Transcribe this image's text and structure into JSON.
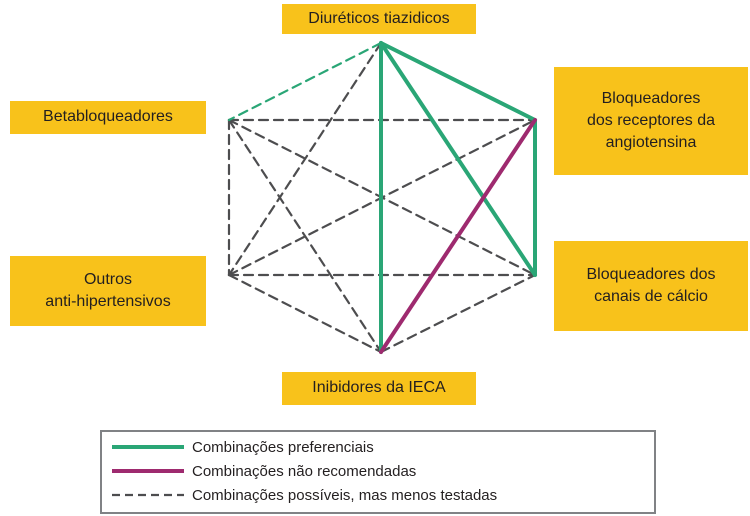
{
  "nodes": {
    "thiazide": "Diuréticos tiazidicos",
    "beta": "Betabloqueadores",
    "arb": "Bloqueadores\ndos receptores da\nangiotensina",
    "others": "Outros\nanti-hipertensivos",
    "ccb": "Bloqueadores dos\ncanais de cálcio",
    "acei": "Inibidores da IECA"
  },
  "legend": {
    "preferred": "Combinações preferenciais",
    "not_recommended": "Combinações não recomendadas",
    "possible": "Combinações possíveis, mas menos testadas"
  },
  "colors": {
    "box": "#f8c21b",
    "preferred": "#2aa676",
    "not_recommended": "#9e2a6f",
    "possible": "#4d4d4f"
  },
  "edges": [
    {
      "from": "thiazide",
      "to": "beta",
      "type": "preferred-dashed"
    },
    {
      "from": "thiazide",
      "to": "arb",
      "type": "preferred"
    },
    {
      "from": "thiazide",
      "to": "ccb",
      "type": "preferred"
    },
    {
      "from": "thiazide",
      "to": "acei",
      "type": "preferred"
    },
    {
      "from": "ccb",
      "to": "arb",
      "type": "preferred"
    },
    {
      "from": "acei",
      "to": "arb",
      "type": "not_recommended"
    },
    {
      "from": "beta",
      "to": "arb",
      "type": "possible"
    },
    {
      "from": "beta",
      "to": "ccb",
      "type": "possible"
    },
    {
      "from": "beta",
      "to": "acei",
      "type": "possible"
    },
    {
      "from": "beta",
      "to": "others",
      "type": "possible"
    },
    {
      "from": "thiazide",
      "to": "others",
      "type": "possible"
    },
    {
      "from": "others",
      "to": "arb",
      "type": "possible"
    },
    {
      "from": "others",
      "to": "ccb",
      "type": "possible"
    },
    {
      "from": "others",
      "to": "acei",
      "type": "possible"
    },
    {
      "from": "acei",
      "to": "ccb",
      "type": "possible"
    }
  ]
}
